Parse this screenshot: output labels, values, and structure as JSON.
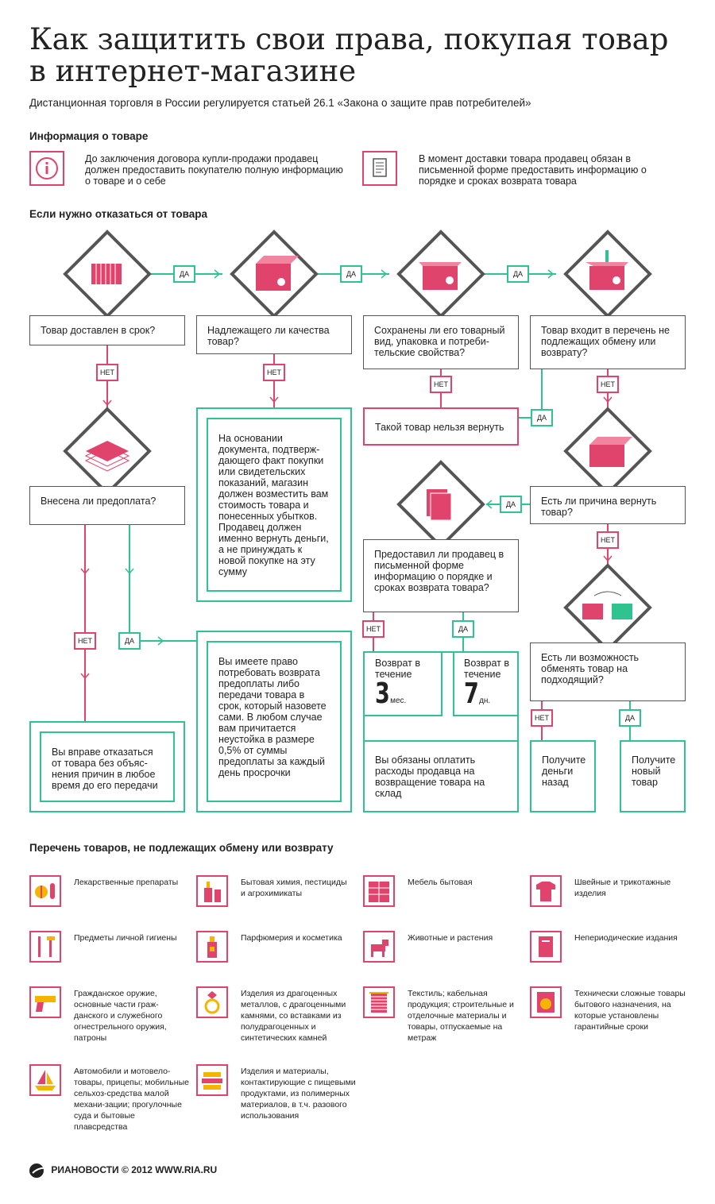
{
  "title": "Как защитить свои права, покупая товар в интернет-магазине",
  "subtitle": "Дистанционная торговля в России регулируется статьей 26.1 «Закона о защите прав потребителей»",
  "info_section": {
    "heading": "Информация о товаре",
    "items": [
      {
        "icon": "info-icon",
        "text": "До заключения договора купли-продажи продавец должен предоставить покупателю полную информацию о товаре и о себе"
      },
      {
        "icon": "document-icon",
        "text": "В момент доставки товара продавец обязан в письменной форме предоставить информацию о порядке и сроках возврата товара"
      }
    ]
  },
  "flow_section": {
    "heading": "Если нужно отказаться от товара",
    "yes": "ДА",
    "no": "НЕТ",
    "questions": {
      "q1": "Товар доставлен в срок?",
      "q2": "Надлежащего ли качества товар?",
      "q3": "Сохранены ли его товарный вид, упаковка и потреби-тельские свойства?",
      "q4": "Товар входит в перечень не подлежащих обмену или возврату?",
      "q5": "Внесена ли предоплата?",
      "q6": "Есть ли причина вернуть товар?",
      "q7": "Предоставил ли продавец в письменной форме информацию о порядке и сроках возврата товара?",
      "q8": "Есть ли возможность обменять товар на подходящий?"
    },
    "results": {
      "cannot_return": "Такой товар нельзя вернуть",
      "quality": "На основании документа, подтверж-дающего факт покупки или свидетельских показаний, магазин должен возместить вам стоимость товара и понесенных убытков. Продавец должен именно вернуть деньги, а не принуждать к новой покупке на эту сумму",
      "prepaid": "Вы имеете право потребовать возврата предоплаты либо передачи товара в срок, который назовете сами. В любом случае вам причитается неустойка в размере 0,5% от суммы предоплаты за каждый день просрочки",
      "refuse": "Вы вправе отказаться от товара без объяс-нения причин в любое время до его передачи",
      "return_label": "Возврат в течение",
      "return_3": "3",
      "return_3_unit": "мес.",
      "return_7": "7",
      "return_7_unit": "дн.",
      "pay_costs": "Вы обязаны оплатить расходы продавца на возвращение товара на склад",
      "money_back": "Получите деньги назад",
      "new_item": "Получите новый товар"
    }
  },
  "list_section": {
    "heading": "Перечень товаров, не подлежащих обмену или возврату",
    "items": [
      {
        "icon": "pills-icon",
        "text": "Лекарственные препараты"
      },
      {
        "icon": "spray-bottle-icon",
        "text": "Бытовая химия, пестициды и агрохимикаты"
      },
      {
        "icon": "furniture-icon",
        "text": "Мебель бытовая"
      },
      {
        "icon": "shirt-icon",
        "text": "Швейные и трикотажные изделия"
      },
      {
        "icon": "toothbrush-icon",
        "text": "Предметы личной гигиены"
      },
      {
        "icon": "perfume-icon",
        "text": "Парфюмерия и косметика"
      },
      {
        "icon": "dog-icon",
        "text": "Животные и растения"
      },
      {
        "icon": "book-icon",
        "text": "Непериодические издания"
      },
      {
        "icon": "pistol-icon",
        "text": "Гражданское оружие, основные части граж-данского и служебного огнестрельного оружия, патроны"
      },
      {
        "icon": "ring-icon",
        "text": "Изделия из драгоценных металлов, с драгоценными камнями, со вставками из полудрагоценных и синтетических камней"
      },
      {
        "icon": "fabric-roll-icon",
        "text": "Текстиль; кабельная продукция; строительные и отделочные материалы и товары, отпускаемые на метраж"
      },
      {
        "icon": "washing-machine-icon",
        "text": "Технически сложные товары бытового назначения, на которые установлены гарантийные сроки"
      },
      {
        "icon": "boat-icon",
        "text": "Автомобили и мотовело-товары, прицепы; мобильные сельхоз-средства малой механи-зации; прогулочные суда и бытовые плавсредства"
      },
      {
        "icon": "food-container-icon",
        "text": "Изделия и материалы, контактирующие с пищевыми продуктами, из полимерных материалов, в т.ч. разового использования"
      }
    ]
  },
  "footer": {
    "logo_text": "РИАНОВОСТИ",
    "copyright": "© 2012 WWW.RIA.RU"
  },
  "colors": {
    "accent_red": "#e0436b",
    "accent_green": "#2ec38f",
    "text": "#222222"
  }
}
